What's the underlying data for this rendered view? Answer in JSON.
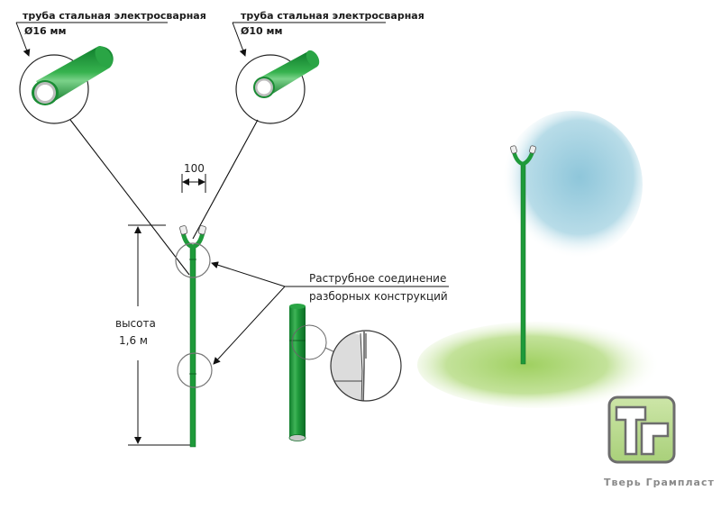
{
  "callouts": {
    "pipe_large": {
      "title": "труба стальная электросварная",
      "diameter": "Ø16 мм"
    },
    "pipe_small": {
      "title": "труба  стальная электросварная",
      "diameter": "Ø10 мм"
    },
    "fork_width": "100",
    "height_label": "высота",
    "height_value": "1,6 м",
    "joint_line1": "Раструбное соединение",
    "joint_line2": "разборных конструкций"
  },
  "brand": {
    "name": "Тверь Грампласт",
    "logo_letters": "ТГ",
    "colors": {
      "logo_fill": "#b5d88c",
      "logo_border": "#6d6d6d"
    }
  },
  "colors": {
    "pipe_green": "#1e9a3a",
    "pipe_dark": "#127a2a",
    "sky_blue": "#9ecfe0",
    "grass_green": "#a8d46a"
  }
}
